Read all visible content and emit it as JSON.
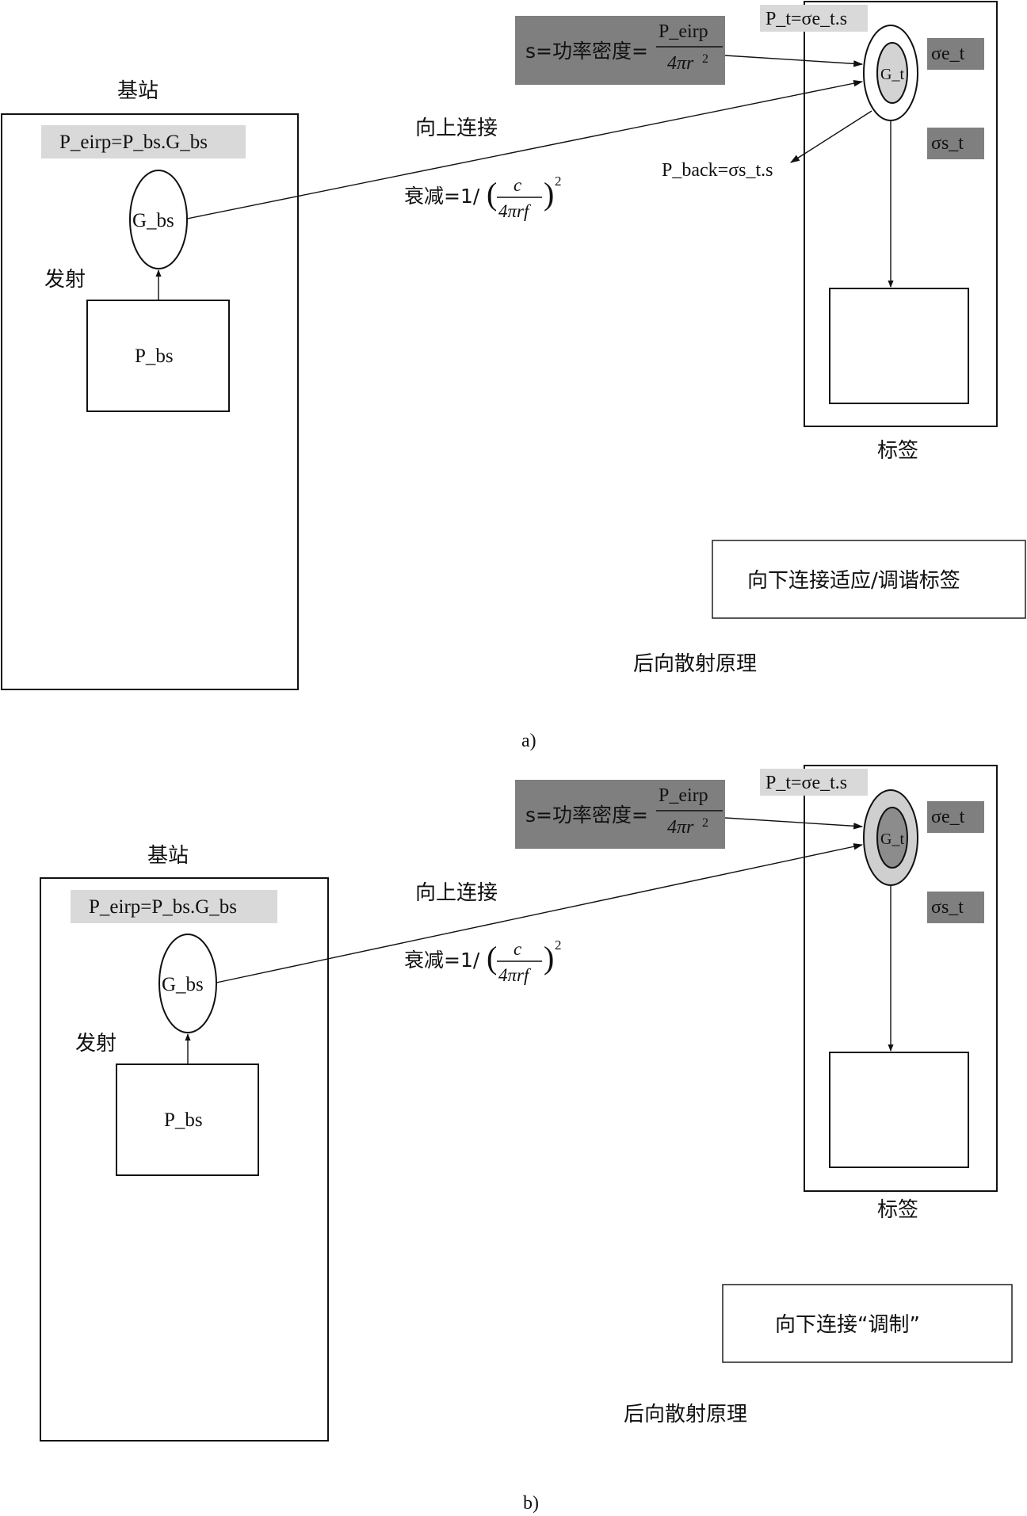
{
  "colors": {
    "formula_dark_bg": "#7f7f7f",
    "formula_light_bg": "#d9d9d9",
    "tag_antenna_a_inner": "#d3d3d3",
    "tag_antenna_b_inner": "#8c8c8c",
    "tag_antenna_b_outer": "#cfcfcf",
    "line": "#111111"
  },
  "panels": [
    {
      "station_title": "基站",
      "eirp_formula": "P_eirp=P_bs.G_bs",
      "antenna_label": "G_bs",
      "transmit_label": "发射",
      "power_block_label": "P_bs",
      "uplink_label": "向上连接",
      "attenuation": {
        "prefix": "衰减=1/",
        "numerator": "c",
        "denominator": "4πrf",
        "exponent": "2"
      },
      "power_density": {
        "prefix": "s=功率密度=",
        "numerator": "P_eirp",
        "denominator": "4πr",
        "exponent": "2"
      },
      "tag_power_label": "P_t=σe_t.s",
      "tag_antenna_label": "G_t",
      "sigma_e_label": "σe_t",
      "sigma_s_label": "σs_t",
      "backscatter_label": "P_back=σs_t.s",
      "tag_title": "标签",
      "downlink_box_label": "向下连接适应/调谐标签",
      "caption": "后向散射原理",
      "sublabel": "a)"
    },
    {
      "station_title": "基站",
      "eirp_formula": "P_eirp=P_bs.G_bs",
      "antenna_label": "G_bs",
      "transmit_label": "发射",
      "power_block_label": "P_bs",
      "uplink_label": "向上连接",
      "attenuation": {
        "prefix": "衰减=1/",
        "numerator": "c",
        "denominator": "4πrf",
        "exponent": "2"
      },
      "power_density": {
        "prefix": "s=功率密度=",
        "numerator": "P_eirp",
        "denominator": "4πr",
        "exponent": "2"
      },
      "tag_power_label": "P_t=σe_t.s",
      "tag_antenna_label": "G_t",
      "sigma_e_label": "σe_t",
      "sigma_s_label": "σs_t",
      "tag_title": "标签",
      "downlink_box_label": "向下连接“调制”",
      "caption": "后向散射原理",
      "sublabel": "b)"
    }
  ]
}
